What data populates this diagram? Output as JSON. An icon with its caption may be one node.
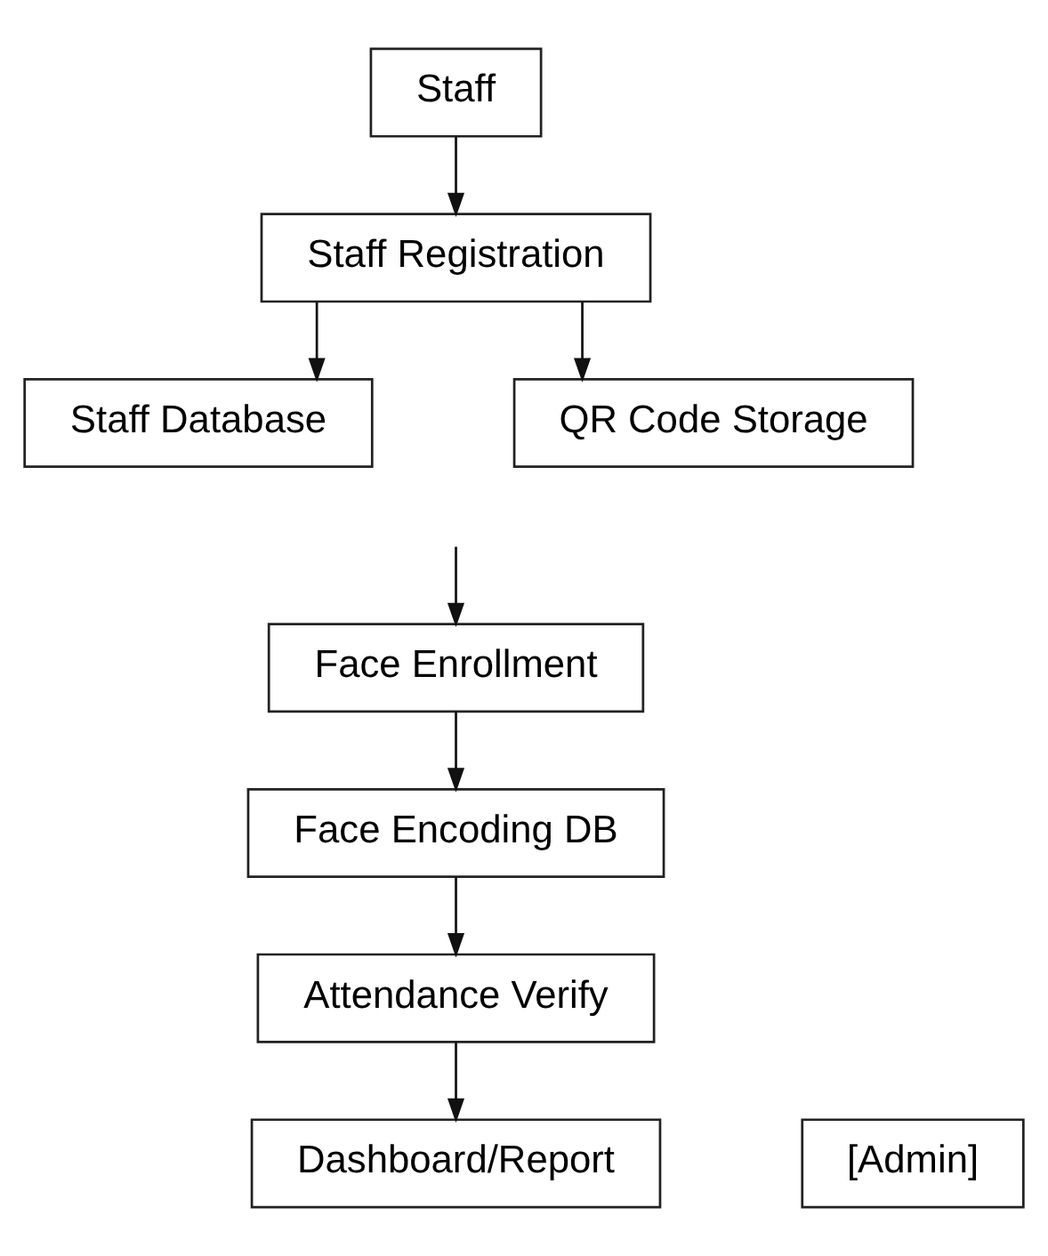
{
  "diagram": {
    "nodes": [
      {
        "text": [
          "Staff"
        ]
      },
      {
        "text": [
          "Staff Registration"
        ]
      },
      {
        "text": [
          "Staff Database"
        ]
      },
      {
        "text": [
          "QR Code Storage"
        ]
      },
      {
        "text": [
          "Face Enrollment"
        ]
      },
      {
        "text": [
          "Face Encoding DB"
        ]
      },
      {
        "text": [
          "Attendance Verify"
        ]
      },
      {
        "text": [
          "Dashboard/Report"
        ]
      },
      {
        "text": [
          "[Admin]"
        ]
      }
    ],
    "edges": [
      {
        "from": 0,
        "to": 1,
        "arrow": "to"
      },
      {
        "from": 1,
        "to": 2,
        "arrow": "to"
      },
      {
        "from": 1,
        "to": 3,
        "arrow": "to"
      },
      {
        "from": null,
        "to": 4,
        "arrow": "to"
      },
      {
        "from": 4,
        "to": 5,
        "arrow": "to"
      },
      {
        "from": 5,
        "to": 6,
        "arrow": "to"
      },
      {
        "from": 6,
        "to": 7,
        "arrow": "to"
      }
    ]
  }
}
